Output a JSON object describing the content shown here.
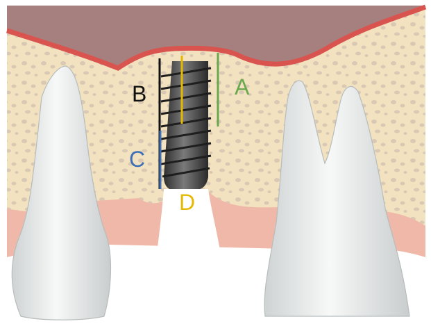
{
  "labels": {
    "a": {
      "text": "A",
      "color": "#6aa84f"
    },
    "b": {
      "text": "B",
      "color": "#111111"
    },
    "c": {
      "text": "C",
      "color": "#3d6fb6"
    },
    "d": {
      "text": "D",
      "color": "#e6b800"
    }
  },
  "colors": {
    "gum": "#9b7a78",
    "gum_edge": "#d9534f",
    "bone": "#f2e2bf",
    "bone_texture": "#d9c9b4",
    "gingiva_lower": "#f0b8a8",
    "tooth": "#e9ecec",
    "implant": "#4a4a4a",
    "line_b": "#111111",
    "line_a": "#6aa84f",
    "line_c": "#3d6fb6",
    "line_yellow": "#e6b800"
  }
}
